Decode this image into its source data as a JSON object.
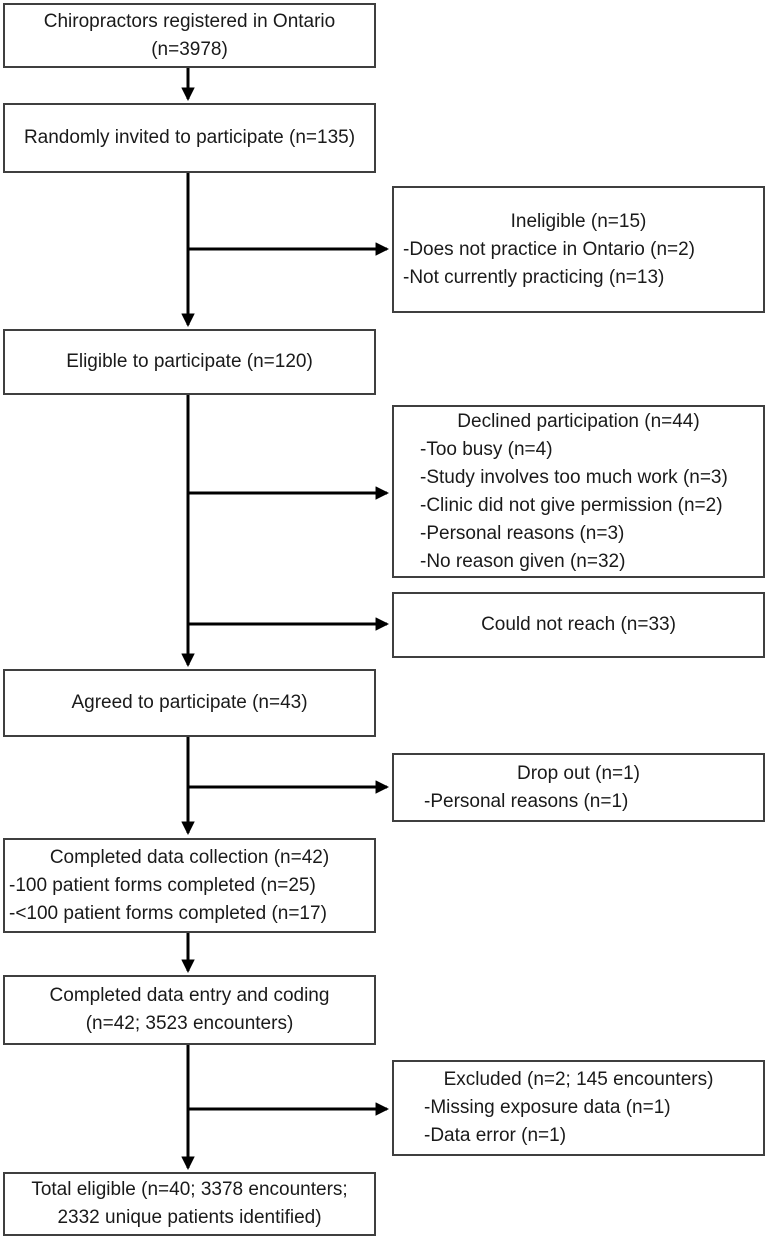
{
  "diagram_type": "participant-flow-chart",
  "colors": {
    "background": "#ffffff",
    "box_border": "#3f3f3f",
    "arrow": "#000000",
    "text": "#1a1a1a"
  },
  "flow": {
    "registered": {
      "title_lines": [
        "Chiropractors registered in Ontario",
        "(n=3978)"
      ]
    },
    "invited": {
      "title_lines": [
        "Randomly invited to participate (n=135)"
      ]
    },
    "eligible": {
      "title_lines": [
        "Eligible to participate (n=120)"
      ]
    },
    "agreed": {
      "title_lines": [
        "Agreed to participate (n=43)"
      ]
    },
    "data_collection": {
      "title_lines": [
        "Completed data collection (n=42)"
      ],
      "items": [
        "-100 patient forms completed (n=25)",
        "-<100 patient forms completed (n=17)"
      ]
    },
    "data_entry": {
      "title_lines": [
        "Completed data entry and coding",
        "(n=42; 3523 encounters)"
      ]
    },
    "total_eligible": {
      "title_lines": [
        "Total eligible (n=40; 3378 encounters;",
        "2332 unique patients identified)"
      ]
    }
  },
  "exclusions": {
    "ineligible": {
      "title_lines": [
        "Ineligible (n=15)"
      ],
      "items": [
        "-Does not practice in Ontario (n=2)",
        "-Not currently practicing (n=13)"
      ]
    },
    "declined": {
      "title_lines": [
        "Declined participation (n=44)"
      ],
      "items": [
        "-Too busy (n=4)",
        "-Study involves too much work (n=3)",
        "-Clinic did not give permission (n=2)",
        "-Personal reasons (n=3)",
        "-No reason given (n=32)"
      ]
    },
    "could_not_reach": {
      "title_lines": [
        "Could not reach (n=33)"
      ]
    },
    "drop_out": {
      "title_lines": [
        "Drop out (n=1)"
      ],
      "items": [
        "-Personal reasons (n=1)"
      ]
    },
    "excluded": {
      "title_lines": [
        "Excluded (n=2; 145 encounters)"
      ],
      "items": [
        "-Missing exposure data (n=1)",
        "-Data error (n=1)"
      ]
    }
  }
}
